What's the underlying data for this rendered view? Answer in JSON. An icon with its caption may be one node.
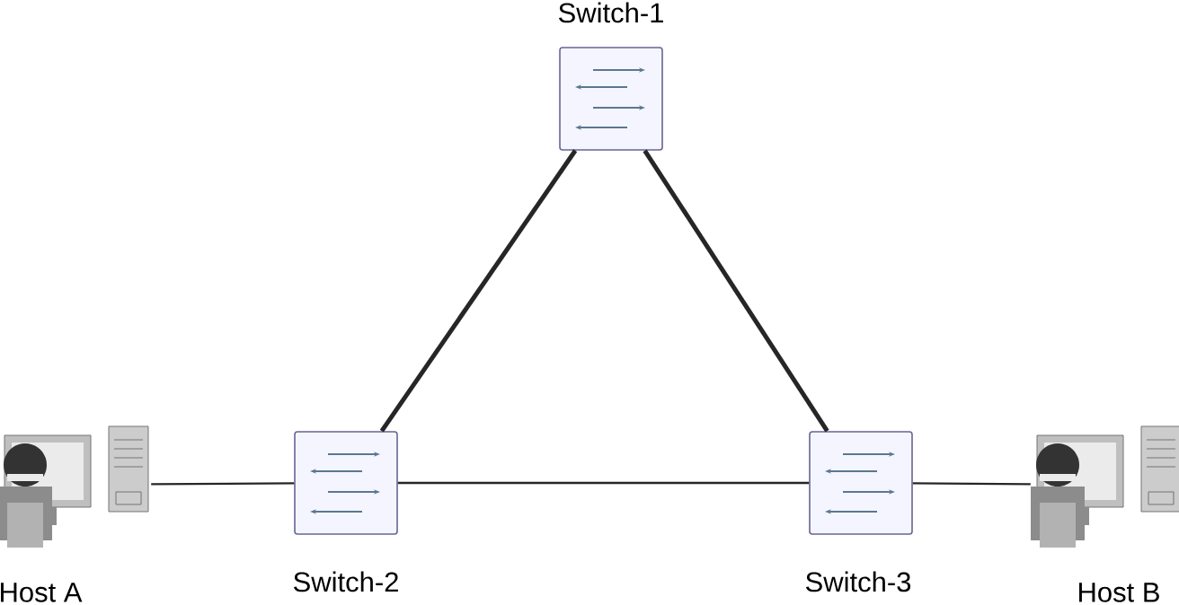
{
  "diagram": {
    "nodes": [
      {
        "text": [
          "Switch-1"
        ]
      },
      {
        "text": [
          "Host A"
        ]
      },
      {
        "text": [
          "Switch-2"
        ]
      },
      {
        "text": [
          "Switch-3"
        ]
      },
      {
        "text": [
          "Host B"
        ]
      }
    ],
    "edges": [
      {
        "from": 0,
        "to": 2,
        "arrow": "none",
        "style": "thick"
      },
      {
        "from": 0,
        "to": 3,
        "arrow": "none",
        "style": "thick"
      },
      {
        "from": 1,
        "to": 2,
        "arrow": "none"
      },
      {
        "from": 2,
        "to": 3,
        "arrow": "none"
      },
      {
        "from": 3,
        "to": 4,
        "arrow": "none"
      }
    ]
  }
}
